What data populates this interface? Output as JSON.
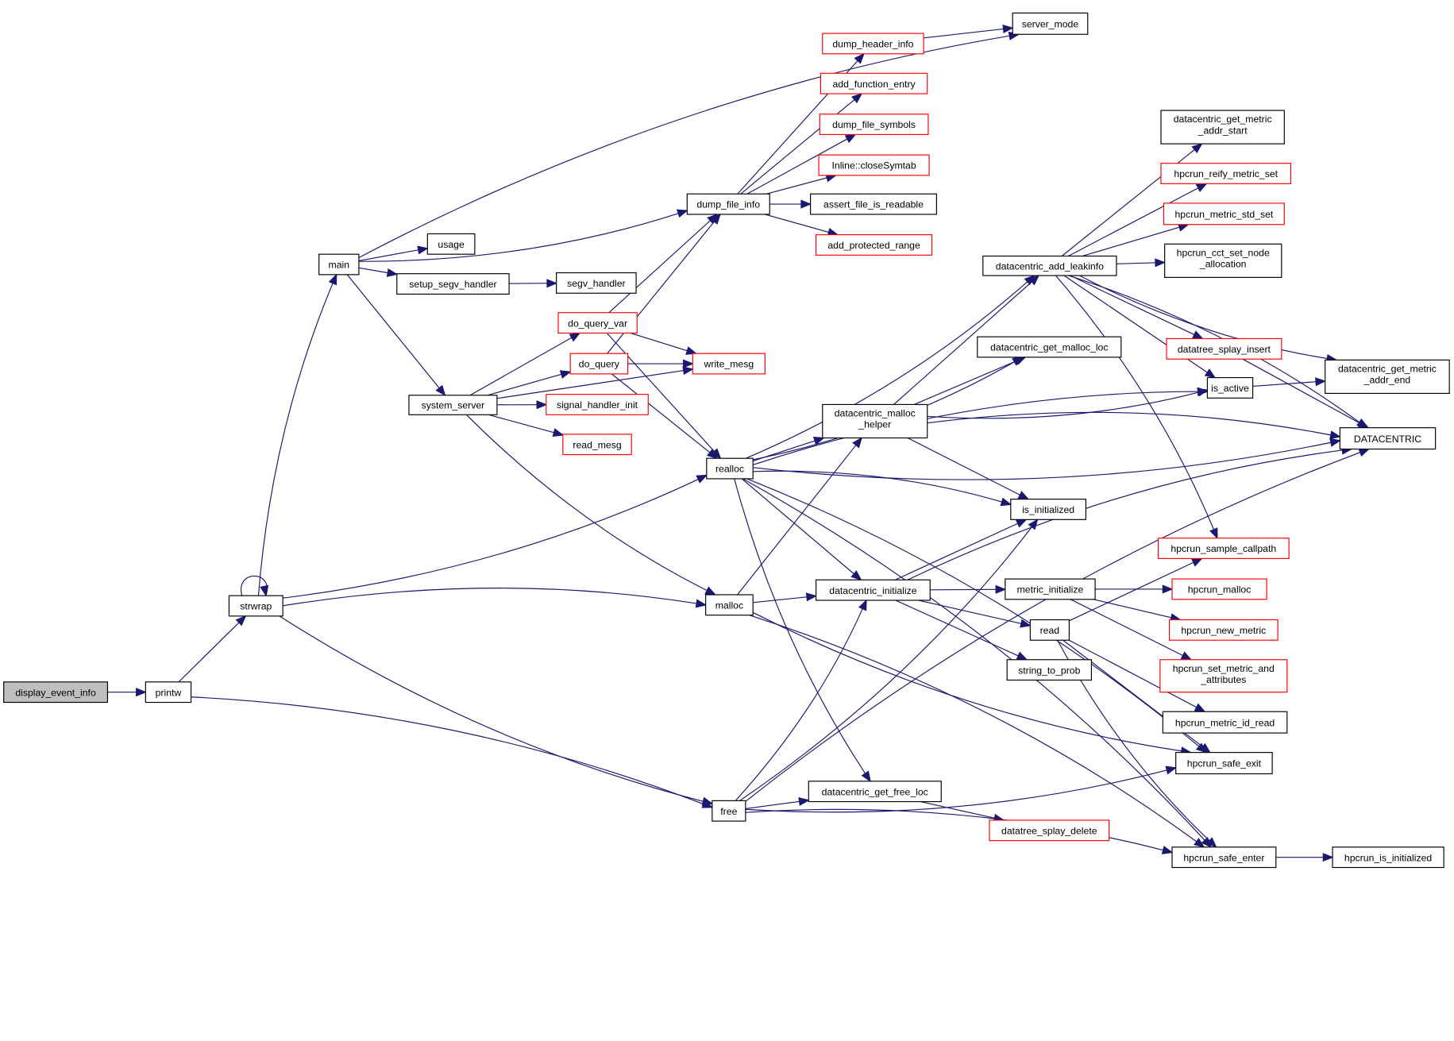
{
  "title": "Call graph for display_event_info",
  "colors": {
    "edge": "#191970",
    "node_border_default": "#000000",
    "node_border_truncated": "#ff0000",
    "root_fill": "#bfbfbf"
  },
  "nodes": [
    {
      "id": "display_event_info",
      "label": [
        "display_event_info"
      ],
      "kind": "root"
    },
    {
      "id": "printw",
      "label": [
        "printw"
      ],
      "kind": "normal"
    },
    {
      "id": "strwrap",
      "label": [
        "strwrap"
      ],
      "kind": "normal"
    },
    {
      "id": "main",
      "label": [
        "main"
      ],
      "kind": "normal"
    },
    {
      "id": "usage",
      "label": [
        "usage"
      ],
      "kind": "normal"
    },
    {
      "id": "setup_segv_handler",
      "label": [
        "setup_segv_handler"
      ],
      "kind": "normal"
    },
    {
      "id": "segv_handler",
      "label": [
        "segv_handler"
      ],
      "kind": "normal"
    },
    {
      "id": "system_server",
      "label": [
        "system_server"
      ],
      "kind": "normal"
    },
    {
      "id": "server_mode",
      "label": [
        "server_mode"
      ],
      "kind": "normal"
    },
    {
      "id": "dump_header_info",
      "label": [
        "dump_header_info"
      ],
      "kind": "red"
    },
    {
      "id": "add_function_entry",
      "label": [
        "add_function_entry"
      ],
      "kind": "red"
    },
    {
      "id": "dump_file_symbols",
      "label": [
        "dump_file_symbols"
      ],
      "kind": "red"
    },
    {
      "id": "closeSymtab",
      "label": [
        "Inline::closeSymtab"
      ],
      "kind": "red"
    },
    {
      "id": "assert_file_is_readable",
      "label": [
        "assert_file_is_readable"
      ],
      "kind": "normal"
    },
    {
      "id": "add_protected_range",
      "label": [
        "add_protected_range"
      ],
      "kind": "red"
    },
    {
      "id": "dump_file_info",
      "label": [
        "dump_file_info"
      ],
      "kind": "normal"
    },
    {
      "id": "do_query_var",
      "label": [
        "do_query_var"
      ],
      "kind": "red"
    },
    {
      "id": "do_query",
      "label": [
        "do_query"
      ],
      "kind": "red"
    },
    {
      "id": "write_mesg",
      "label": [
        "write_mesg"
      ],
      "kind": "red"
    },
    {
      "id": "signal_handler_init",
      "label": [
        "signal_handler_init"
      ],
      "kind": "red"
    },
    {
      "id": "read_mesg",
      "label": [
        "read_mesg"
      ],
      "kind": "red"
    },
    {
      "id": "realloc",
      "label": [
        "realloc"
      ],
      "kind": "normal"
    },
    {
      "id": "malloc",
      "label": [
        "malloc"
      ],
      "kind": "normal"
    },
    {
      "id": "free",
      "label": [
        "free"
      ],
      "kind": "normal"
    },
    {
      "id": "datacentric_add_leakinfo",
      "label": [
        "datacentric_add_leakinfo"
      ],
      "kind": "normal"
    },
    {
      "id": "datacentric_get_malloc_loc",
      "label": [
        "datacentric_get_malloc_loc"
      ],
      "kind": "normal"
    },
    {
      "id": "datacentric_malloc_helper",
      "label": [
        "datacentric_malloc",
        "_helper"
      ],
      "kind": "normal"
    },
    {
      "id": "is_active",
      "label": [
        "is_active"
      ],
      "kind": "normal"
    },
    {
      "id": "DATACENTRIC",
      "label": [
        "DATACENTRIC"
      ],
      "kind": "normal"
    },
    {
      "id": "is_initialized",
      "label": [
        "is_initialized"
      ],
      "kind": "normal"
    },
    {
      "id": "datacentric_initialize",
      "label": [
        "datacentric_initialize"
      ],
      "kind": "normal"
    },
    {
      "id": "datacentric_get_free_loc",
      "label": [
        "datacentric_get_free_loc"
      ],
      "kind": "normal"
    },
    {
      "id": "datatree_splay_delete",
      "label": [
        "datatree_splay_delete"
      ],
      "kind": "red"
    },
    {
      "id": "metric_initialize",
      "label": [
        "metric_initialize"
      ],
      "kind": "normal"
    },
    {
      "id": "read",
      "label": [
        "read"
      ],
      "kind": "normal"
    },
    {
      "id": "string_to_prob",
      "label": [
        "string_to_prob"
      ],
      "kind": "normal"
    },
    {
      "id": "dc_get_metric_addr_start",
      "label": [
        "datacentric_get_metric",
        "_addr_start"
      ],
      "kind": "normal"
    },
    {
      "id": "hpcrun_reify_metric_set",
      "label": [
        "hpcrun_reify_metric_set"
      ],
      "kind": "red"
    },
    {
      "id": "hpcrun_metric_std_set",
      "label": [
        "hpcrun_metric_std_set"
      ],
      "kind": "red"
    },
    {
      "id": "hpcrun_cct_set_node_allocation",
      "label": [
        "hpcrun_cct_set_node",
        "_allocation"
      ],
      "kind": "normal"
    },
    {
      "id": "datatree_splay_insert",
      "label": [
        "datatree_splay_insert"
      ],
      "kind": "red"
    },
    {
      "id": "dc_get_metric_addr_end",
      "label": [
        "datacentric_get_metric",
        "_addr_end"
      ],
      "kind": "normal"
    },
    {
      "id": "hpcrun_sample_callpath",
      "label": [
        "hpcrun_sample_callpath"
      ],
      "kind": "red"
    },
    {
      "id": "hpcrun_malloc",
      "label": [
        "hpcrun_malloc"
      ],
      "kind": "red"
    },
    {
      "id": "hpcrun_new_metric",
      "label": [
        "hpcrun_new_metric"
      ],
      "kind": "red"
    },
    {
      "id": "hpcrun_set_metric_and_attributes",
      "label": [
        "hpcrun_set_metric_and",
        "_attributes"
      ],
      "kind": "red"
    },
    {
      "id": "hpcrun_metric_id_read",
      "label": [
        "hpcrun_metric_id_read"
      ],
      "kind": "normal"
    },
    {
      "id": "hpcrun_safe_exit",
      "label": [
        "hpcrun_safe_exit"
      ],
      "kind": "normal"
    },
    {
      "id": "hpcrun_safe_enter",
      "label": [
        "hpcrun_safe_enter"
      ],
      "kind": "normal"
    },
    {
      "id": "hpcrun_is_initialized",
      "label": [
        "hpcrun_is_initialized"
      ],
      "kind": "normal"
    }
  ],
  "edges": [
    [
      "display_event_info",
      "printw"
    ],
    [
      "printw",
      "strwrap"
    ],
    [
      "printw",
      "free"
    ],
    [
      "strwrap",
      "strwrap"
    ],
    [
      "strwrap",
      "main"
    ],
    [
      "strwrap",
      "realloc"
    ],
    [
      "strwrap",
      "malloc"
    ],
    [
      "strwrap",
      "free"
    ],
    [
      "main",
      "server_mode"
    ],
    [
      "main",
      "dump_file_info"
    ],
    [
      "main",
      "usage"
    ],
    [
      "main",
      "setup_segv_handler"
    ],
    [
      "main",
      "system_server"
    ],
    [
      "setup_segv_handler",
      "segv_handler"
    ],
    [
      "system_server",
      "do_query_var"
    ],
    [
      "system_server",
      "do_query"
    ],
    [
      "system_server",
      "signal_handler_init"
    ],
    [
      "system_server",
      "read_mesg"
    ],
    [
      "system_server",
      "write_mesg"
    ],
    [
      "system_server",
      "malloc"
    ],
    [
      "dump_file_info",
      "dump_header_info"
    ],
    [
      "dump_file_info",
      "add_function_entry"
    ],
    [
      "dump_file_info",
      "dump_file_symbols"
    ],
    [
      "dump_file_info",
      "closeSymtab"
    ],
    [
      "dump_file_info",
      "assert_file_is_readable"
    ],
    [
      "dump_file_info",
      "add_protected_range"
    ],
    [
      "dump_header_info",
      "server_mode"
    ],
    [
      "do_query_var",
      "dump_file_info"
    ],
    [
      "do_query_var",
      "write_mesg"
    ],
    [
      "do_query_var",
      "realloc"
    ],
    [
      "do_query",
      "dump_file_info"
    ],
    [
      "do_query",
      "write_mesg"
    ],
    [
      "do_query",
      "realloc"
    ],
    [
      "realloc",
      "datacentric_add_leakinfo"
    ],
    [
      "realloc",
      "is_active"
    ],
    [
      "realloc",
      "datacentric_get_malloc_loc"
    ],
    [
      "realloc",
      "datacentric_malloc_helper"
    ],
    [
      "realloc",
      "DATACENTRIC"
    ],
    [
      "realloc",
      "is_initialized"
    ],
    [
      "realloc",
      "datacentric_initialize"
    ],
    [
      "realloc",
      "hpcrun_safe_exit"
    ],
    [
      "realloc",
      "datacentric_get_free_loc"
    ],
    [
      "realloc",
      "hpcrun_safe_enter"
    ],
    [
      "malloc",
      "datacentric_malloc_helper"
    ],
    [
      "malloc",
      "datacentric_initialize"
    ],
    [
      "malloc",
      "hpcrun_safe_exit"
    ],
    [
      "malloc",
      "hpcrun_safe_enter"
    ],
    [
      "free",
      "datacentric_initialize"
    ],
    [
      "free",
      "datacentric_get_free_loc"
    ],
    [
      "free",
      "is_initialized"
    ],
    [
      "free",
      "hpcrun_safe_enter"
    ],
    [
      "free",
      "hpcrun_safe_exit"
    ],
    [
      "free",
      "DATACENTRIC"
    ],
    [
      "datacentric_malloc_helper",
      "datacentric_add_leakinfo"
    ],
    [
      "datacentric_malloc_helper",
      "datacentric_get_malloc_loc"
    ],
    [
      "datacentric_malloc_helper",
      "is_active"
    ],
    [
      "datacentric_malloc_helper",
      "DATACENTRIC"
    ],
    [
      "datacentric_malloc_helper",
      "is_initialized"
    ],
    [
      "datacentric_add_leakinfo",
      "dc_get_metric_addr_start"
    ],
    [
      "datacentric_add_leakinfo",
      "hpcrun_reify_metric_set"
    ],
    [
      "datacentric_add_leakinfo",
      "hpcrun_metric_std_set"
    ],
    [
      "datacentric_add_leakinfo",
      "hpcrun_cct_set_node_allocation"
    ],
    [
      "datacentric_add_leakinfo",
      "datatree_splay_insert"
    ],
    [
      "datacentric_add_leakinfo",
      "is_active"
    ],
    [
      "datacentric_add_leakinfo",
      "DATACENTRIC"
    ],
    [
      "datacentric_add_leakinfo",
      "dc_get_metric_addr_end"
    ],
    [
      "datacentric_add_leakinfo",
      "hpcrun_sample_callpath"
    ],
    [
      "datatree_splay_insert",
      "DATACENTRIC"
    ],
    [
      "is_active",
      "dc_get_metric_addr_end"
    ],
    [
      "datacentric_initialize",
      "is_initialized"
    ],
    [
      "datacentric_initialize",
      "DATACENTRIC"
    ],
    [
      "datacentric_initialize",
      "metric_initialize"
    ],
    [
      "datacentric_initialize",
      "read"
    ],
    [
      "datacentric_initialize",
      "string_to_prob"
    ],
    [
      "datacentric_get_free_loc",
      "datatree_splay_delete"
    ],
    [
      "metric_initialize",
      "hpcrun_malloc"
    ],
    [
      "metric_initialize",
      "hpcrun_new_metric"
    ],
    [
      "metric_initialize",
      "hpcrun_set_metric_and_attributes"
    ],
    [
      "read",
      "hpcrun_sample_callpath"
    ],
    [
      "read",
      "hpcrun_metric_id_read"
    ],
    [
      "read",
      "hpcrun_safe_exit"
    ],
    [
      "read",
      "hpcrun_safe_enter"
    ],
    [
      "hpcrun_safe_enter",
      "hpcrun_is_initialized"
    ]
  ]
}
